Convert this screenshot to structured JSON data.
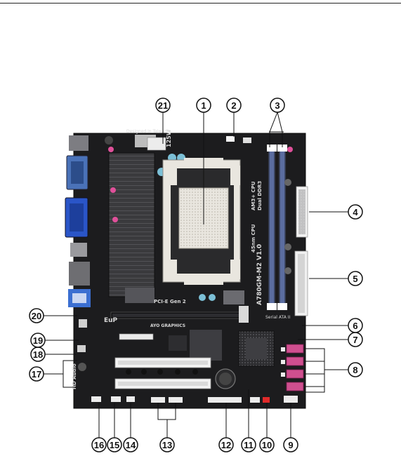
{
  "board": {
    "silkscreen": {
      "made_in": "Designed in Taiwan",
      "wattage": "125W",
      "model": "A780GM-M2 V1.0",
      "cpu_line1": "AM3+ CPU",
      "cpu_line2": "45nm CPU",
      "memory": "Dual DDR3",
      "pcie": "PCI-E Gen 2",
      "sata": "Serial ATA II",
      "audio": "HD Audio",
      "eup": "EuP",
      "ready": "AYO GRAPHICS"
    }
  },
  "callouts": [
    {
      "id": 1,
      "label": "1"
    },
    {
      "id": 2,
      "label": "2"
    },
    {
      "id": 3,
      "label": "3"
    },
    {
      "id": 4,
      "label": "4"
    },
    {
      "id": 5,
      "label": "5"
    },
    {
      "id": 6,
      "label": "6"
    },
    {
      "id": 7,
      "label": "7"
    },
    {
      "id": 8,
      "label": "8"
    },
    {
      "id": 9,
      "label": "9"
    },
    {
      "id": 10,
      "label": "10"
    },
    {
      "id": 11,
      "label": "11"
    },
    {
      "id": 12,
      "label": "12"
    },
    {
      "id": 13,
      "label": "13"
    },
    {
      "id": 14,
      "label": "14"
    },
    {
      "id": 15,
      "label": "15"
    },
    {
      "id": 16,
      "label": "16"
    },
    {
      "id": 17,
      "label": "17"
    },
    {
      "id": 18,
      "label": "18"
    },
    {
      "id": 19,
      "label": "19"
    },
    {
      "id": 20,
      "label": "20"
    },
    {
      "id": 21,
      "label": "21"
    }
  ],
  "colors": {
    "pcb": "#1c1c1e",
    "heatsink": "#3a3a3d",
    "socket": "#e9e6df",
    "vga_port": "#2a55c8",
    "serial_port": "#4a72b8",
    "usb_port": "#3b6fd1",
    "cap_accent": "#e0509a",
    "led_red": "#e02a2a"
  }
}
